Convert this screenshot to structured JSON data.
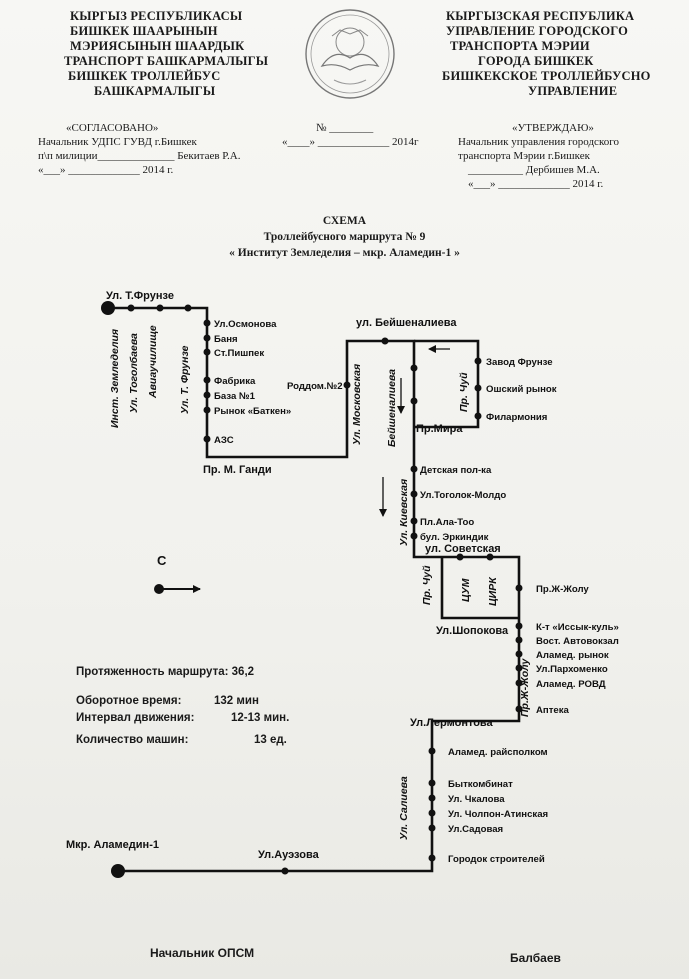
{
  "header": {
    "left": [
      "КЫРГЫЗ РЕСПУБЛИКАСЫ",
      "БИШКЕК ШААРЫНЫН",
      "МЭРИЯСЫНЫН ШААРДЫК",
      "ТРАНСПОРТ БАШКАРМАЛЫГЫ",
      "БИШКЕК ТРОЛЛЕЙБУС",
      "БАШКАРМАЛЫГЫ"
    ],
    "right": [
      "КЫРГЫЗСКАЯ РЕСПУБЛИКА",
      "УПРАВЛЕНИЕ ГОРОДСКОГО",
      "ТРАНСПОРТА МЭРИИ",
      "ГОРОДА БИШКЕК",
      "БИШКЕКСКОЕ ТРОЛЛЕЙБУСНО",
      "УПРАВЛЕНИЕ"
    ]
  },
  "approvals": {
    "agreed": [
      "«СОГЛАСОВАНО»",
      "Начальник УДПС ГУВД г.Бишкек",
      "п\\п милиции______________ Бекитаев Р.А.",
      "«___» _____________ 2014 г."
    ],
    "number": [
      "№ ________",
      "«____» _____________ 2014г"
    ],
    "approved": [
      "«УТВЕРЖДАЮ»",
      "Начальник управления городского",
      "транспорта Мэрии г.Бишкек",
      "__________ Дербишев М.А.",
      "«___» _____________ 2014 г."
    ]
  },
  "title": {
    "line1": "СХЕМА",
    "line2": "Троллейбусного маршрута № 9",
    "line3": "« Институт Земледелия – мкр. Аламедин-1 »"
  },
  "compass": {
    "label": "С"
  },
  "stats": {
    "length": "Протяженность маршрута: 36,2",
    "turnover_label": "Оборотное время:",
    "turnover_value": "132 мин",
    "interval_label": "Интервал движения:",
    "interval_value": "12-13 мин.",
    "cars_label": "Количество машин:",
    "cars_value": "13 ед."
  },
  "footer": {
    "left": "Начальник ОПСМ",
    "right": "Балбаев"
  },
  "map": {
    "streets": {
      "t_frunze_top": "Ул. Т.Фрунзе",
      "inst_zemledeliya": "Инст. Земледелия",
      "togolbaeva": "Ул. Тоголбаева",
      "aviauchilishe": "Авиаучилище",
      "t_frunze_vert": "Ул. Т. Фрунзе",
      "gandi": "Пр. М. Ганди",
      "moskovskaya": "Ул. Московская",
      "beishenalieva_top": "ул. Бейшеналиева",
      "beishenalieva_vert": "Бейшеналиева",
      "chui_top": "Пр. Чуй",
      "pr_mira": "Пр.Мира",
      "kievskaya": "Ул. Киевская",
      "sovetskaya": "ул. Советская",
      "chui_bottom": "Пр. Чуй",
      "tsum": "ЦУМ",
      "tsirk": "ЦИРК",
      "shopokova": "Ул.Шопокова",
      "zh_zholu_vert": "Пр.Ж-Жолу",
      "lermontova": "Ул.Лермонтова",
      "salieva": "Ул. Салиева",
      "auezova": "Ул.Ауэзова",
      "alamedin": "Мкр. Аламедин-1"
    },
    "stops": {
      "osmonova": "Ул.Осмонова",
      "banya": "Баня",
      "pishpek": "Ст.Пишпек",
      "fabrika": "Фабрика",
      "baza": "База №1",
      "batken": "Рынок «Баткен»",
      "azs": "АЗС",
      "roddom": "Роддом.№2",
      "zavod_frunze": "Завод Фрунзе",
      "oshskiy": "Ошский рынок",
      "filarmoniya": "Филармония",
      "detskaya": "Детская пол-ка",
      "togolok": "Ул.Тоголок-Молдо",
      "ala_too": "Пл.Ала-Тоо",
      "erkindik": "бул. Эркиндик",
      "zh_zholu": "Пр.Ж-Жолу",
      "issyk_kul": "К-т «Иссык-куль»",
      "vost_avtovokzal": "Вост. Автовокзал",
      "alamed_rynok": "Аламед. рынок",
      "parkhomenko": "Ул.Пархоменко",
      "alamed_rovd": "Аламед. РОВД",
      "apteka": "Аптека",
      "alamed_raispolkom": "Аламед. райсполком",
      "bytkombinat": "Быткомбинат",
      "chkalova": "Ул. Чкалова",
      "cholpon_ata": "Ул. Чолпон-Атинская",
      "sadovaya": "Ул.Садовая",
      "gorodok": "Городок строителей"
    }
  }
}
